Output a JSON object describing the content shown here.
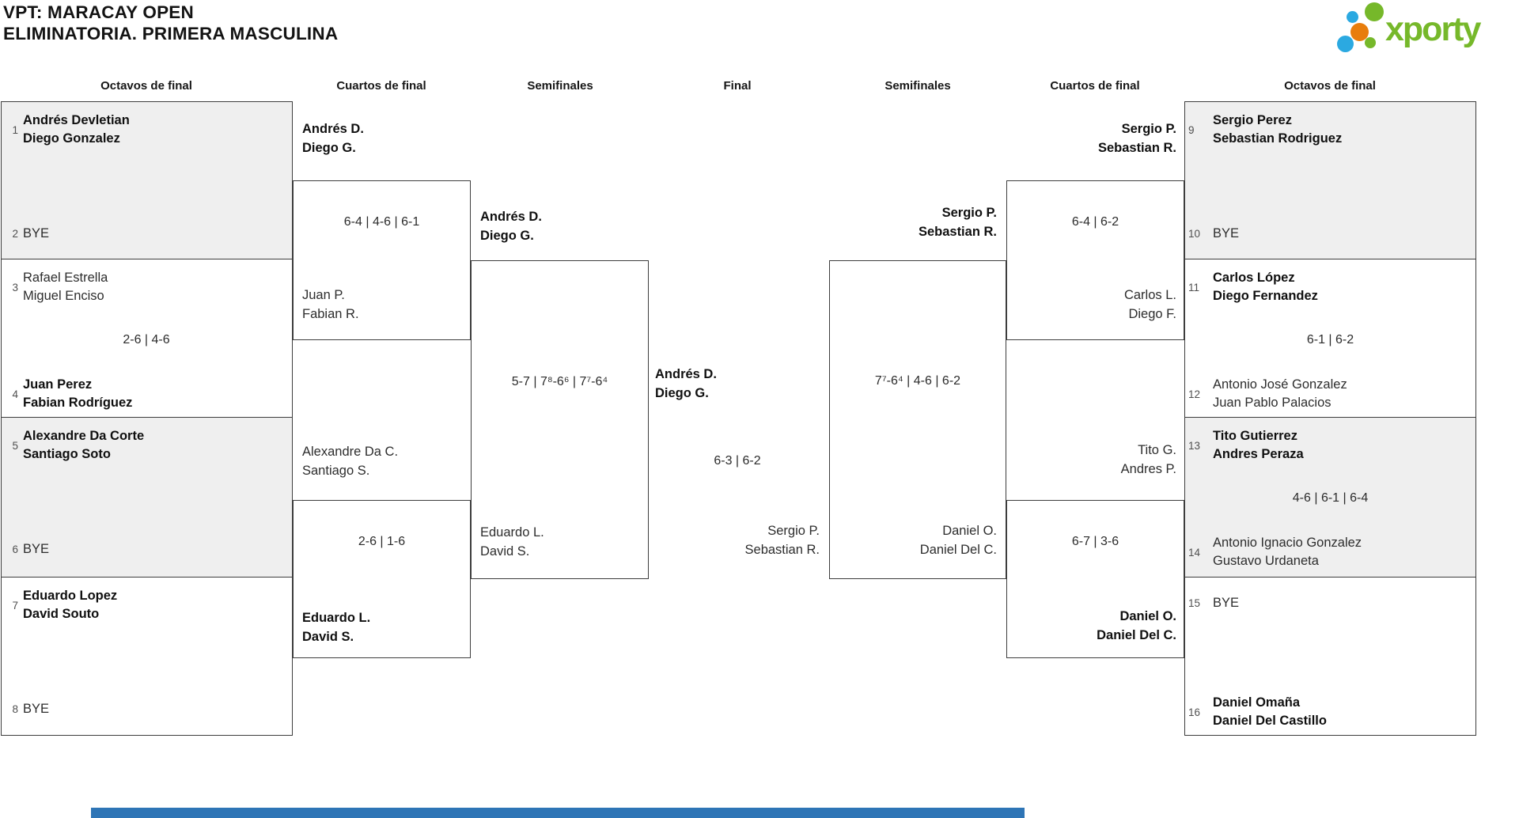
{
  "header": {
    "title_line1": "VPT: MARACAY OPEN",
    "title_line2": "ELIMINATORIA. PRIMERA MASCULINA"
  },
  "logo": {
    "text": "xporty",
    "green": "#76b82a",
    "blue": "#2ba9e1",
    "orange": "#e87d0d"
  },
  "rounds": {
    "octavos_left": "Octavos de final",
    "cuartos_left": "Cuartos de final",
    "semis_left": "Semifinales",
    "final": "Final",
    "semis_right": "Semifinales",
    "cuartos_right": "Cuartos de final",
    "octavos_right": "Octavos de final"
  },
  "octavos_left": [
    {
      "seed_top": "1",
      "top1": "Andrés Devletian",
      "top2": "Diego Gonzalez",
      "seed_bot": "2",
      "bot_bye": "BYE",
      "score": ""
    },
    {
      "seed_top": "3",
      "top1": "Rafael Estrella",
      "top2": "Miguel Enciso",
      "seed_bot": "4",
      "bot1": "Juan Perez",
      "bot2": "Fabian Rodríguez",
      "score": "2-6 | 4-6"
    },
    {
      "seed_top": "5",
      "top1": "Alexandre Da Corte",
      "top2": "Santiago Soto",
      "seed_bot": "6",
      "bot_bye": "BYE",
      "score": ""
    },
    {
      "seed_top": "7",
      "top1": "Eduardo Lopez",
      "top2": "David Souto",
      "seed_bot": "8",
      "bot_bye": "BYE",
      "score": ""
    }
  ],
  "cuartos_left": [
    {
      "top1": "Andrés D.",
      "top2": "Diego G.",
      "bot1": "Juan P.",
      "bot2": "Fabian R.",
      "score": "6-4 | 4-6 | 6-1"
    },
    {
      "top1": "Alexandre Da C.",
      "top2": "Santiago S.",
      "bot1": "Eduardo L.",
      "bot2": "David S.",
      "score": "2-6 | 1-6"
    }
  ],
  "semis_left": {
    "top1": "Andrés D.",
    "top2": "Diego G.",
    "bot1": "Eduardo L.",
    "bot2": "David S.",
    "score": "5-7 | 7⁸-6⁶ | 7⁷-6⁴"
  },
  "final": {
    "top1": "Andrés D.",
    "top2": "Diego G.",
    "bot1": "Sergio P.",
    "bot2": "Sebastian R.",
    "score": "6-3 | 6-2"
  },
  "semis_right": {
    "top1": "Sergio P.",
    "top2": "Sebastian R.",
    "bot1": "Daniel O.",
    "bot2": "Daniel Del C.",
    "score": "7⁷-6⁴ | 4-6 | 6-2"
  },
  "cuartos_right": [
    {
      "top1": "Sergio P.",
      "top2": "Sebastian R.",
      "bot1": "Carlos L.",
      "bot2": "Diego F.",
      "score": "6-4 | 6-2"
    },
    {
      "top1": "Tito G.",
      "top2": "Andres P.",
      "bot1": "Daniel O.",
      "bot2": "Daniel Del C.",
      "score": "6-7 | 3-6"
    }
  ],
  "octavos_right": [
    {
      "seed_top": "9",
      "top1": "Sergio Perez",
      "top2": "Sebastian Rodriguez",
      "seed_bot": "10",
      "bot_bye": "BYE",
      "score": ""
    },
    {
      "seed_top": "11",
      "top1": "Carlos López",
      "top2": "Diego Fernandez",
      "seed_bot": "12",
      "bot1": "Antonio José Gonzalez",
      "bot2": "Juan Pablo Palacios",
      "score": "6-1 | 6-2"
    },
    {
      "seed_top": "13",
      "top1": "Tito Gutierrez",
      "top2": "Andres Peraza",
      "seed_bot": "14",
      "bot1": "Antonio Ignacio Gonzalez",
      "bot2": "Gustavo Urdaneta",
      "score": "4-6 | 6-1 | 6-4"
    },
    {
      "seed_top": "15",
      "top_bye": "BYE",
      "seed_bot": "16",
      "bot1": "Daniel Omaña",
      "bot2": "Daniel Del Castillo",
      "score": ""
    }
  ],
  "footer": {
    "bar_color": "#2e75b6"
  }
}
